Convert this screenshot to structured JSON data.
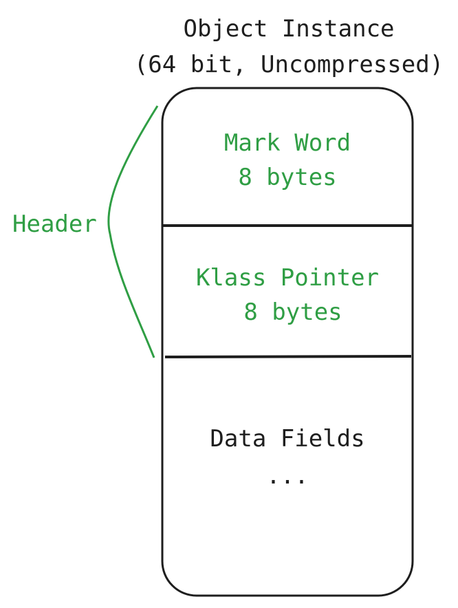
{
  "title": {
    "line1": "Object Instance",
    "line2": "(64 bit, Uncompressed)"
  },
  "sections": [
    {
      "name": "Mark Word",
      "size": "8 bytes"
    },
    {
      "name": "Klass Pointer",
      "size": "8 bytes"
    },
    {
      "name": "Data Fields",
      "size": "..."
    }
  ],
  "brace_label": "Header",
  "colors": {
    "ink": "#1e1e1e",
    "accent": "#2f9e44"
  }
}
